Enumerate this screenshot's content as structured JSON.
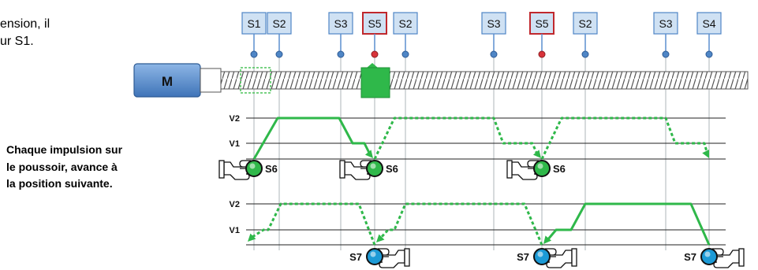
{
  "intro": {
    "line1": "ension, il",
    "line2": "ur S1."
  },
  "note": {
    "line1": "Chaque impulsion sur",
    "line2": "le poussoir, avance à",
    "line3": "la position suivante."
  },
  "motor_label": "M",
  "sensors": [
    {
      "label": "S1",
      "active": false
    },
    {
      "label": "S2",
      "active": false
    },
    {
      "label": "S3",
      "active": false
    },
    {
      "label": "S5",
      "active": true
    },
    {
      "label": "S2",
      "active": false
    },
    {
      "label": "S3",
      "active": false
    },
    {
      "label": "S5",
      "active": true
    },
    {
      "label": "S2",
      "active": false
    },
    {
      "label": "S3",
      "active": false
    },
    {
      "label": "S4",
      "active": false
    }
  ],
  "speed_levels": {
    "high": "V2",
    "low": "V1"
  },
  "buttons": {
    "forward": "S6",
    "backward": "S7"
  },
  "colors": {
    "profile": "#2fb84a",
    "sensor_box": "#cfe1f3",
    "sensor_active_border": "#c0282d",
    "motor": "#4f86c6",
    "btn_forward": "#2fb84a",
    "btn_backward": "#1c9ad6"
  }
}
